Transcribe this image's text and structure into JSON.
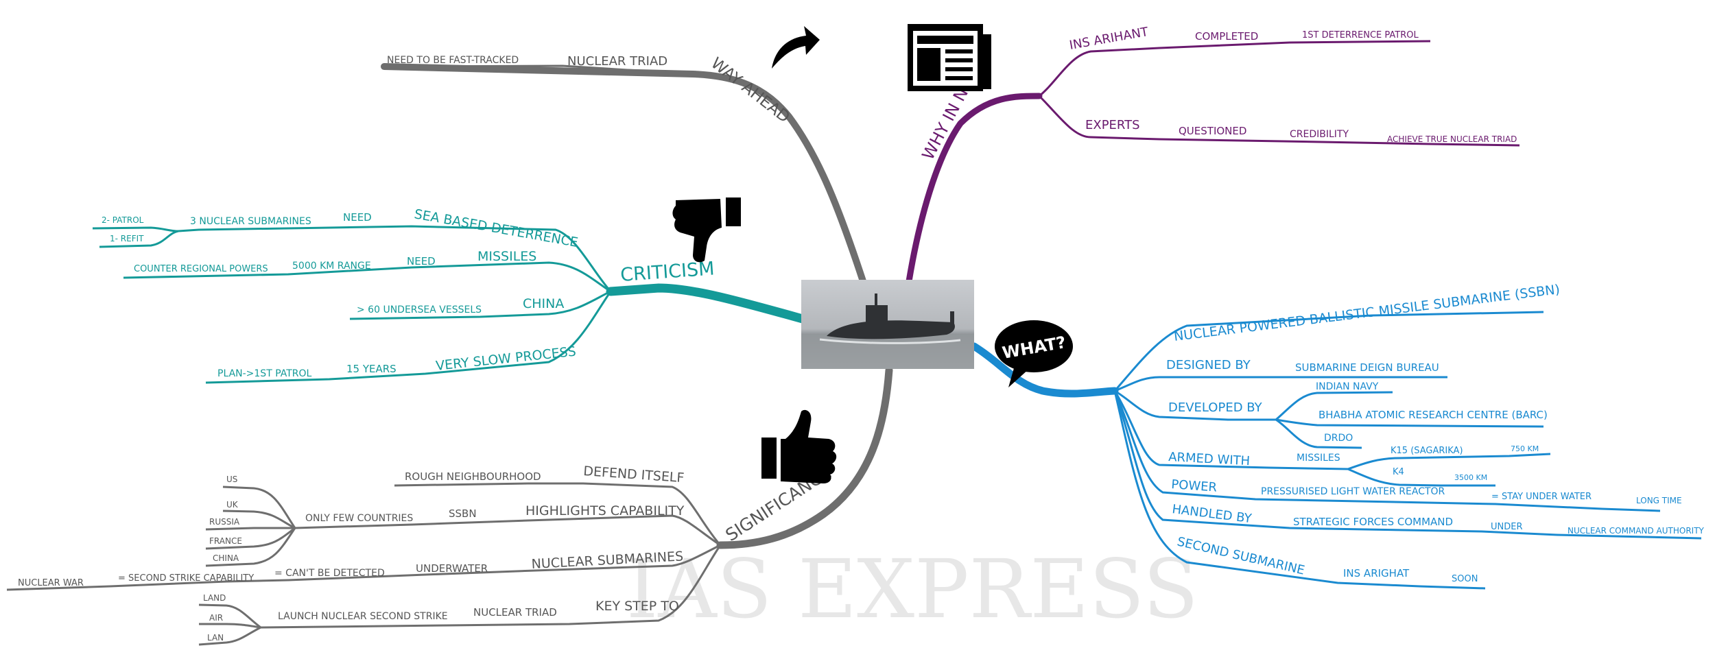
{
  "colors": {
    "gray": "#6e6e6e",
    "gray_text": "#555555",
    "purple": "#6a1a6e",
    "teal": "#149a98",
    "blue": "#1a8ad0",
    "watermark": "#e7e7e7"
  },
  "watermark": "IAS EXPRESS",
  "center": {
    "image": "submarine-photo"
  },
  "icons": {
    "arrow": "curved-arrow-icon",
    "news": "newspaper-icon",
    "thumbs_down": "thumbs-down-icon",
    "thumbs_up": "thumbs-up-icon",
    "what": "what-speech-bubble-icon",
    "what_text": "WHAT?"
  },
  "way_ahead": {
    "title": "WAY AHEAD",
    "triad": "NUCLEAR TRIAD",
    "fast": "NEED TO BE FAST-TRACKED"
  },
  "news": {
    "title": "WHY IN NEWS?",
    "arihant": "INS ARIHANT",
    "completed": "COMPLETED",
    "patrol": "1ST DETERRENCE PATROL",
    "experts": "EXPERTS",
    "questioned": "QUESTIONED",
    "credibility": "CREDIBILITY",
    "achieve": "ACHIEVE TRUE NUCLEAR TRIAD"
  },
  "criticism": {
    "title": "CRITICISM",
    "sea": "SEA BASED DETERRENCE",
    "sea_need": "NEED",
    "subs3": "3 NUCLEAR SUBMARINES",
    "patrol2": "2- PATROL",
    "refit1": "1- REFIT",
    "missiles": "MISSILES",
    "miss_need": "NEED",
    "range": "5000 KM RANGE",
    "counter": "COUNTER REGIONAL POWERS",
    "china": "CHINA",
    "undersea": "> 60 UNDERSEA VESSELS",
    "slow": "VERY SLOW PROCESS",
    "years": "15 YEARS",
    "plan": "PLAN->1ST PATROL"
  },
  "significance": {
    "title": "SIGNIFICANCE",
    "defend": "DEFEND ITSELF",
    "rough": "ROUGH NEIGHBOURHOOD",
    "highlights": "HIGHLIGHTS CAPABILITY",
    "ssbn": "SSBN",
    "few": "ONLY FEW COUNTRIES",
    "countries": [
      "US",
      "UK",
      "RUSSIA",
      "FRANCE",
      "CHINA"
    ],
    "nsubs": "NUCLEAR SUBMARINES",
    "underwater": "UNDERWATER",
    "cant": "= CAN'T BE DETECTED",
    "second": "= SECOND STRIKE CAPABILITY",
    "war": "NUCLEAR WAR",
    "key": "KEY STEP TO",
    "triad": "NUCLEAR TRIAD",
    "launch": "LAUNCH NUCLEAR SECOND STRIKE",
    "land": "LAND",
    "air": "AIR",
    "lan": "LAN"
  },
  "what": {
    "ssbn": "NUCLEAR POWERED BALLISTIC MISSILE SUBMARINE (SSBN)",
    "designed": "DESIGNED BY",
    "bureau": "SUBMARINE DEIGN BUREAU",
    "developed": "DEVELOPED BY",
    "navy": "INDIAN NAVY",
    "barc": "BHABHA ATOMIC RESEARCH CENTRE (BARC)",
    "drdo": "DRDO",
    "armed": "ARMED WITH",
    "missiles": "MISSILES",
    "k15": "K15 (SAGARIKA)",
    "km750": "750 KM",
    "k4": "K4",
    "km3500": "3500 KM",
    "power": "POWER",
    "reactor": "PRESSURISED LIGHT WATER REACTOR",
    "stay": "= STAY UNDER WATER",
    "long": "LONG TIME",
    "handled": "HANDLED BY",
    "sfc": "STRATEGIC FORCES COMMAND",
    "under": "UNDER",
    "nca": "NUCLEAR COMMAND AUTHORITY",
    "second": "SECOND SUBMARINE",
    "arighat": "INS ARIGHAT",
    "soon": "SOON"
  }
}
